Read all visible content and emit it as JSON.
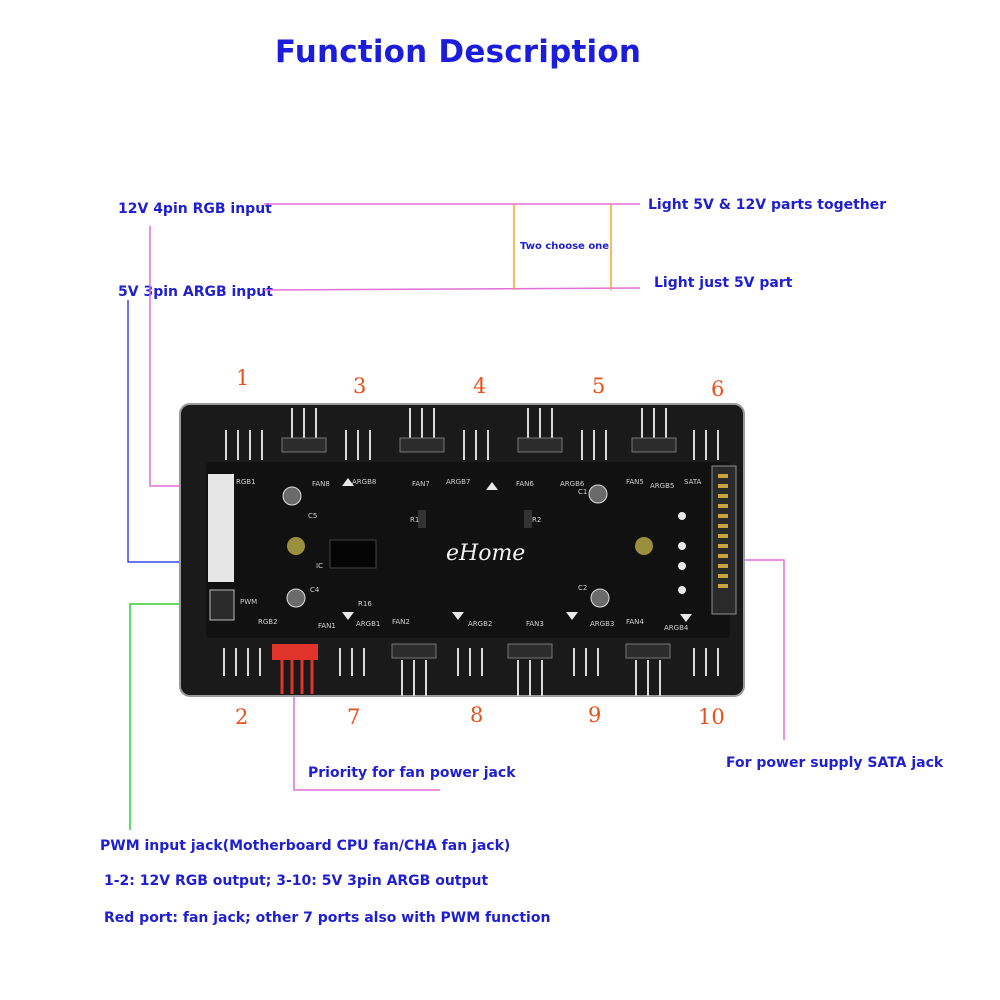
{
  "title": "Function Description",
  "labels": {
    "rgb12v_input": "12V 4pin RGB input",
    "argb5v_input": "5V 3pin ARGB input",
    "light_both": "Light 5V & 12V parts together",
    "light_5v": "Light just 5V part",
    "two_choose_one": "Two choose one",
    "priority_fan": "Priority for fan power jack",
    "sata_jack": "For power supply SATA jack",
    "pwm_input": "PWM input jack(Motherboard CPU fan/CHA fan jack)",
    "outputs_note": "1-2: 12V RGB output; 3-10: 5V 3pin ARGB output",
    "red_port_note": "Red port: fan jack; other 7 ports also with PWM function"
  },
  "port_numbers": {
    "top": [
      "1",
      "3",
      "4",
      "5",
      "6"
    ],
    "bottom": [
      "2",
      "7",
      "8",
      "9",
      "10"
    ]
  },
  "board": {
    "brand": "eHome",
    "silk_top": [
      "RGB1",
      "FAN8",
      "ARGB8",
      "FAN7",
      "ARGB7",
      "FAN6",
      "ARGB6",
      "FAN5",
      "ARGB5",
      "SATA"
    ],
    "silk_bottom": [
      "RGB2",
      "FAN1",
      "ARGB1",
      "FAN2",
      "ARGB2",
      "FAN3",
      "ARGB3",
      "FAN4",
      "ARGB4"
    ],
    "silk_misc": [
      "PWM",
      "IC",
      "R1",
      "R2",
      "R16",
      "C1",
      "C2",
      "C4",
      "C5"
    ]
  },
  "colors": {
    "title": "#1c1cdc",
    "label": "#1f1fcf",
    "port_number": "#e8501a",
    "line_pink": "#e06fd6",
    "line_orange": "#f5a030",
    "line_blue": "#3a46e0",
    "line_green": "#33cc33",
    "board": "#151515",
    "fan_header": "#e0342a"
  }
}
